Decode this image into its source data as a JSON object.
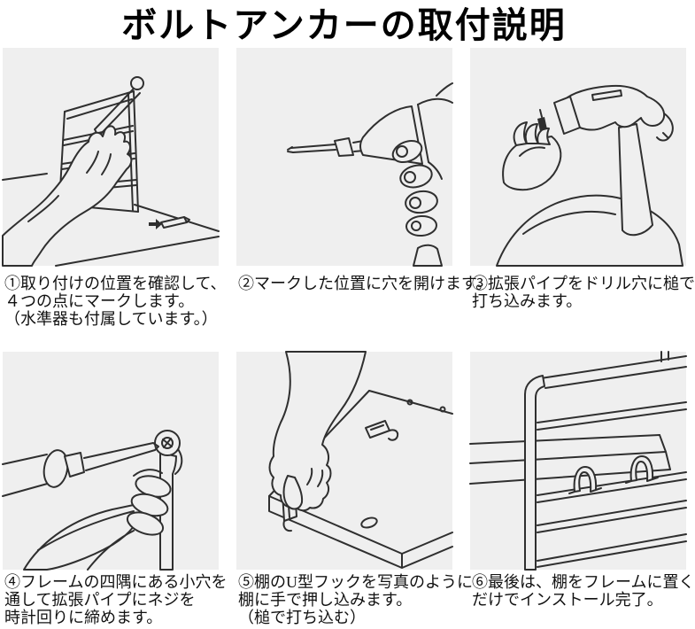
{
  "page": {
    "title": "ボルトアンカーの取付説明"
  },
  "colors": {
    "page_background": "#ffffff",
    "panel_background": "#efefef",
    "line_art": "#2f2f2f",
    "text": "#111111"
  },
  "steps": [
    {
      "number": "①",
      "caption": "①取り付けの位置を確認して、\n４つの点にマークします。\n（水準器も付属しています。）",
      "illustration": "hand-marking-wall-through-frame-with-pencil"
    },
    {
      "number": "②",
      "caption": "②マークした位置に穴を開けます。",
      "illustration": "hand-drilling-hole-with-power-drill"
    },
    {
      "number": "③",
      "caption": "③拡張パイプをドリル穴に槌で\n打ち込みます。",
      "illustration": "hammering-expansion-pipe-into-drilled-hole"
    },
    {
      "number": "④",
      "caption": "④フレームの四隅にある小穴を\n通して拡張パイプにネジを\n時計回りに締めます。",
      "illustration": "screwdriver-tightening-screw-through-frame-eyelet"
    },
    {
      "number": "⑤",
      "caption": "⑤棚のU型フックを写真のように\n棚に手で押し込みます。\n（槌で打ち込む）",
      "illustration": "hand-pressing-u-hook-into-shelf-board"
    },
    {
      "number": "⑥",
      "caption": "⑥最後は、棚をフレームに置く\nだけでインストール完了。",
      "illustration": "shelf-placed-on-frame-with-u-hooks"
    }
  ]
}
